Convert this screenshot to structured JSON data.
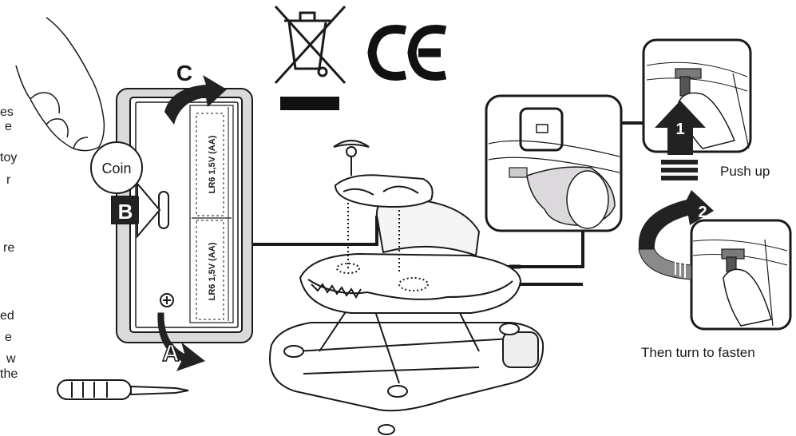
{
  "labels": {
    "coin": "Coin",
    "step_a": "A",
    "step_b": "B",
    "step_c": "C",
    "battery_top": "LR6 1,5V (AA)",
    "battery_bottom": "LR6 1,5V (AA)",
    "step_1": "1",
    "step_2": "2",
    "push_up": "Push up",
    "turn_to_fasten": "Then turn to fasten"
  },
  "clipped_text_fragments": [
    "es",
    "e",
    "toy",
    "r",
    "re",
    "ed",
    "e",
    "w",
    "the"
  ],
  "colors": {
    "line": "#1a1a1a",
    "panel_gray": "#dcd9dd",
    "step_badge": "#222222",
    "band_gray": "#8a8a8a"
  },
  "icons": [
    "weee-crossed-bin-icon",
    "ce-mark-icon",
    "screwdriver-icon",
    "hand-icon",
    "walker-illustration"
  ]
}
